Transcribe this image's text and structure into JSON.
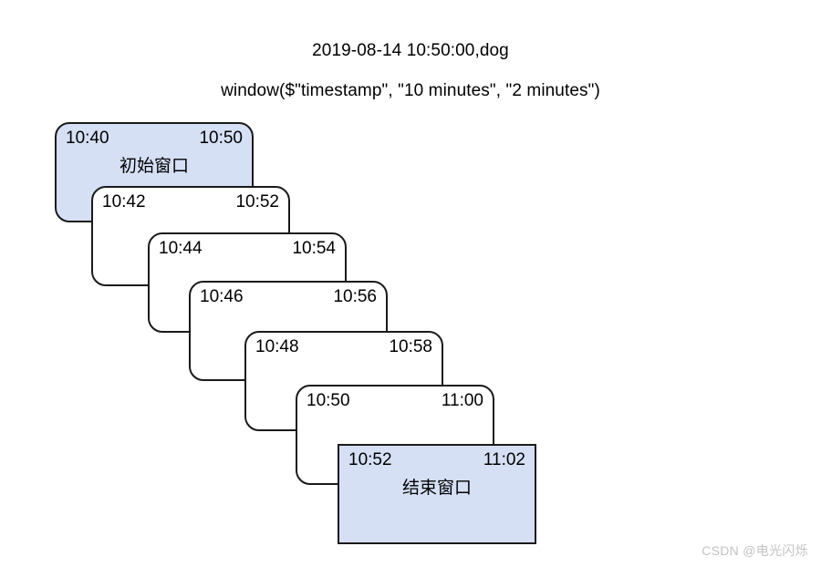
{
  "header": {
    "record_line": "2019-08-14 10:50:00,dog",
    "window_expression": "window($\"timestamp\", \"10 minutes\", \"2 minutes\")"
  },
  "diagram": {
    "slide_duration": "2 minutes",
    "window_duration": "10 minutes",
    "accent_color": "#d6e0f5",
    "border_color": "#1a1a1a",
    "windows": [
      {
        "start": "10:40",
        "end": "10:50",
        "caption": "初始窗口",
        "highlight": true,
        "shape": "rounded"
      },
      {
        "start": "10:42",
        "end": "10:52",
        "caption": "",
        "highlight": false,
        "shape": "rounded"
      },
      {
        "start": "10:44",
        "end": "10:54",
        "caption": "",
        "highlight": false,
        "shape": "rounded"
      },
      {
        "start": "10:46",
        "end": "10:56",
        "caption": "",
        "highlight": false,
        "shape": "rounded"
      },
      {
        "start": "10:48",
        "end": "10:58",
        "caption": "",
        "highlight": false,
        "shape": "rounded"
      },
      {
        "start": "10:50",
        "end": "11:00",
        "caption": "",
        "highlight": false,
        "shape": "rounded"
      },
      {
        "start": "10:52",
        "end": "11:02",
        "caption": "结束窗口",
        "highlight": true,
        "shape": "square"
      }
    ]
  },
  "watermark": {
    "text": "CSDN @电光闪烁",
    "color": "#c3c3c3"
  }
}
